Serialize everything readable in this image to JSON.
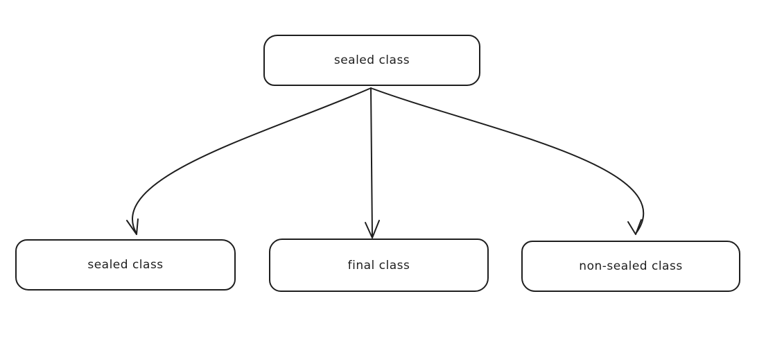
{
  "page": {
    "background_color": "#ffffff"
  },
  "diagram": {
    "stroke_color": "#1e1e1e",
    "node_fill_color": "#ffffff",
    "nodes": [
      {
        "id": "parent",
        "label": "sealed class"
      },
      {
        "id": "child-left",
        "label": "sealed class"
      },
      {
        "id": "child-center",
        "label": "final class"
      },
      {
        "id": "child-right",
        "label": "non-sealed class"
      }
    ],
    "edges": [
      {
        "name": "parent-to-sealed-class",
        "from": "parent",
        "to": "child-left"
      },
      {
        "name": "parent-to-final-class",
        "from": "parent",
        "to": "child-center"
      },
      {
        "name": "parent-to-non-sealed-class",
        "from": "parent",
        "to": "child-right"
      }
    ]
  }
}
